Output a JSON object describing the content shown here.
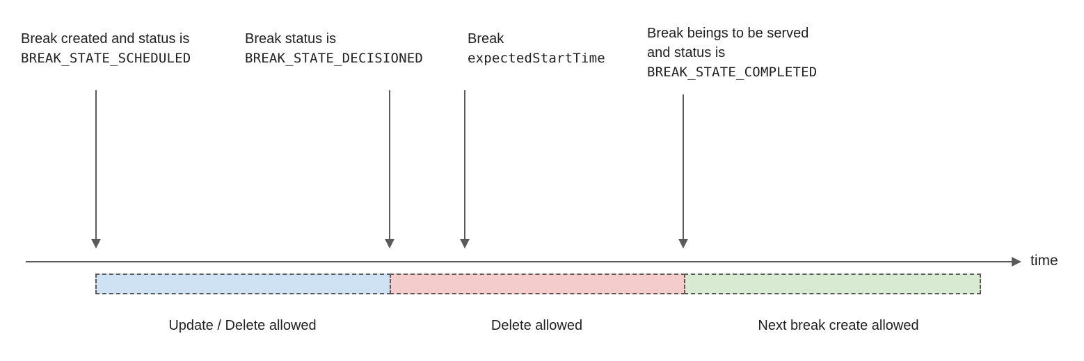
{
  "diagram": {
    "annotations": [
      {
        "line1": "Break created and status is",
        "line2": "BREAK_STATE_SCHEDULED"
      },
      {
        "line1": "Break status is",
        "line2": "BREAK_STATE_DECISIONED"
      },
      {
        "line1": "Break",
        "line2": "expectedStartTime"
      },
      {
        "line1": "Break beings to be served",
        "line2": "and status is",
        "line3": "BREAK_STATE_COMPLETED"
      }
    ],
    "axis": {
      "label": "time"
    },
    "segments": [
      {
        "label": "Update / Delete allowed",
        "fill": "#cfe2f3"
      },
      {
        "label": "Delete allowed",
        "fill": "#f4cccc"
      },
      {
        "label": "Next break create allowed",
        "fill": "#d9ead3"
      }
    ],
    "colors": {
      "text": "#212121",
      "arrow": "#5a5a5a",
      "dashed_border": "#595959"
    }
  }
}
